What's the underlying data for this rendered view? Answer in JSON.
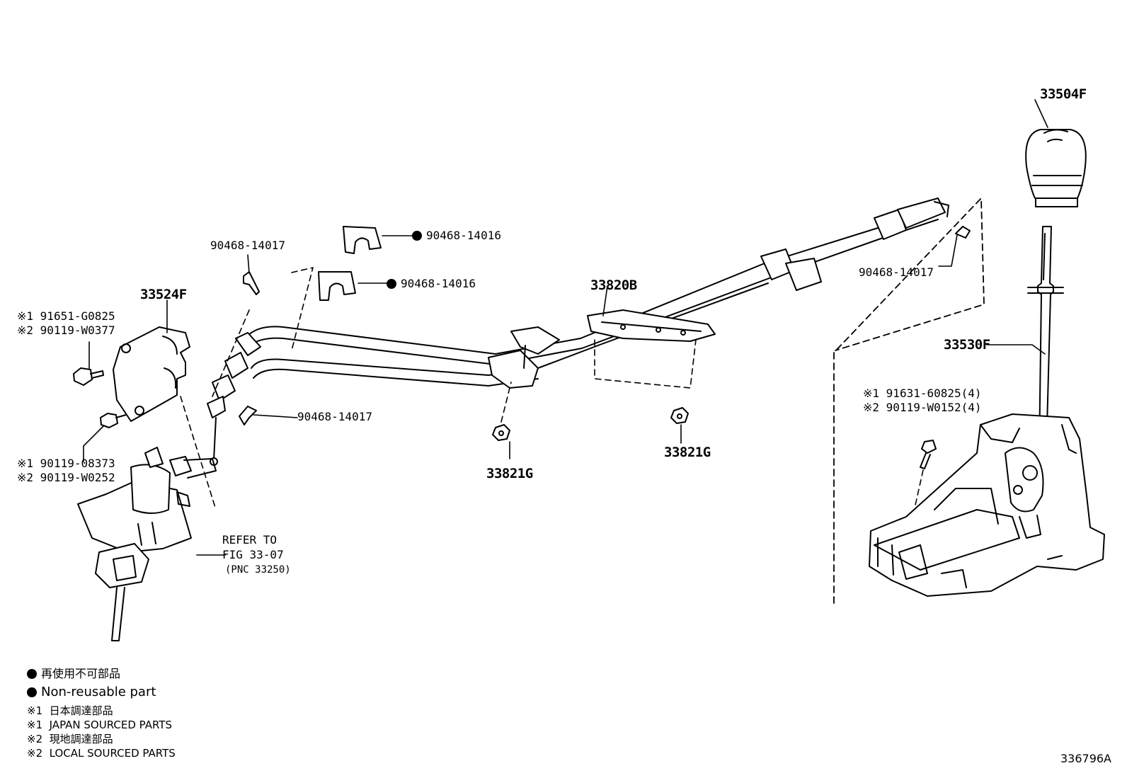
{
  "labels": {
    "knob": "33504F",
    "lever": "33530F",
    "cable": "33820B",
    "bracket": "33524F",
    "nut_a": "33821G",
    "nut_b": "33821G",
    "clip_top_left": "90468-14017",
    "clip_lower_left": "90468-14017",
    "clip_right": "90468-14017",
    "washer_upper": "90468-14016",
    "washer_lower": "90468-14016",
    "bolt_bracket_1": "※1 91651-G0825",
    "bolt_bracket_2": "※2 90119-W0377",
    "bolt_lower_1": "※1 90119-08373",
    "bolt_lower_2": "※2 90119-W0252",
    "bolt_shifter_1": "※1 91631-60825(4)",
    "bolt_shifter_2": "※2 90119-W0152(4)",
    "refer_1": "REFER TO",
    "refer_2": "FIG 33-07",
    "refer_3": "(PNC 33250)"
  },
  "legend": {
    "nonreusable_jp": "再使用不可部品",
    "nonreusable_en": "Non-reusable part",
    "japan_jp": "※1  日本調達部品",
    "japan_en": "※1  JAPAN SOURCED PARTS",
    "local_jp": "※2  現地調達部品",
    "local_en": "※2  LOCAL SOURCED PARTS"
  },
  "figure_id": "336796A"
}
